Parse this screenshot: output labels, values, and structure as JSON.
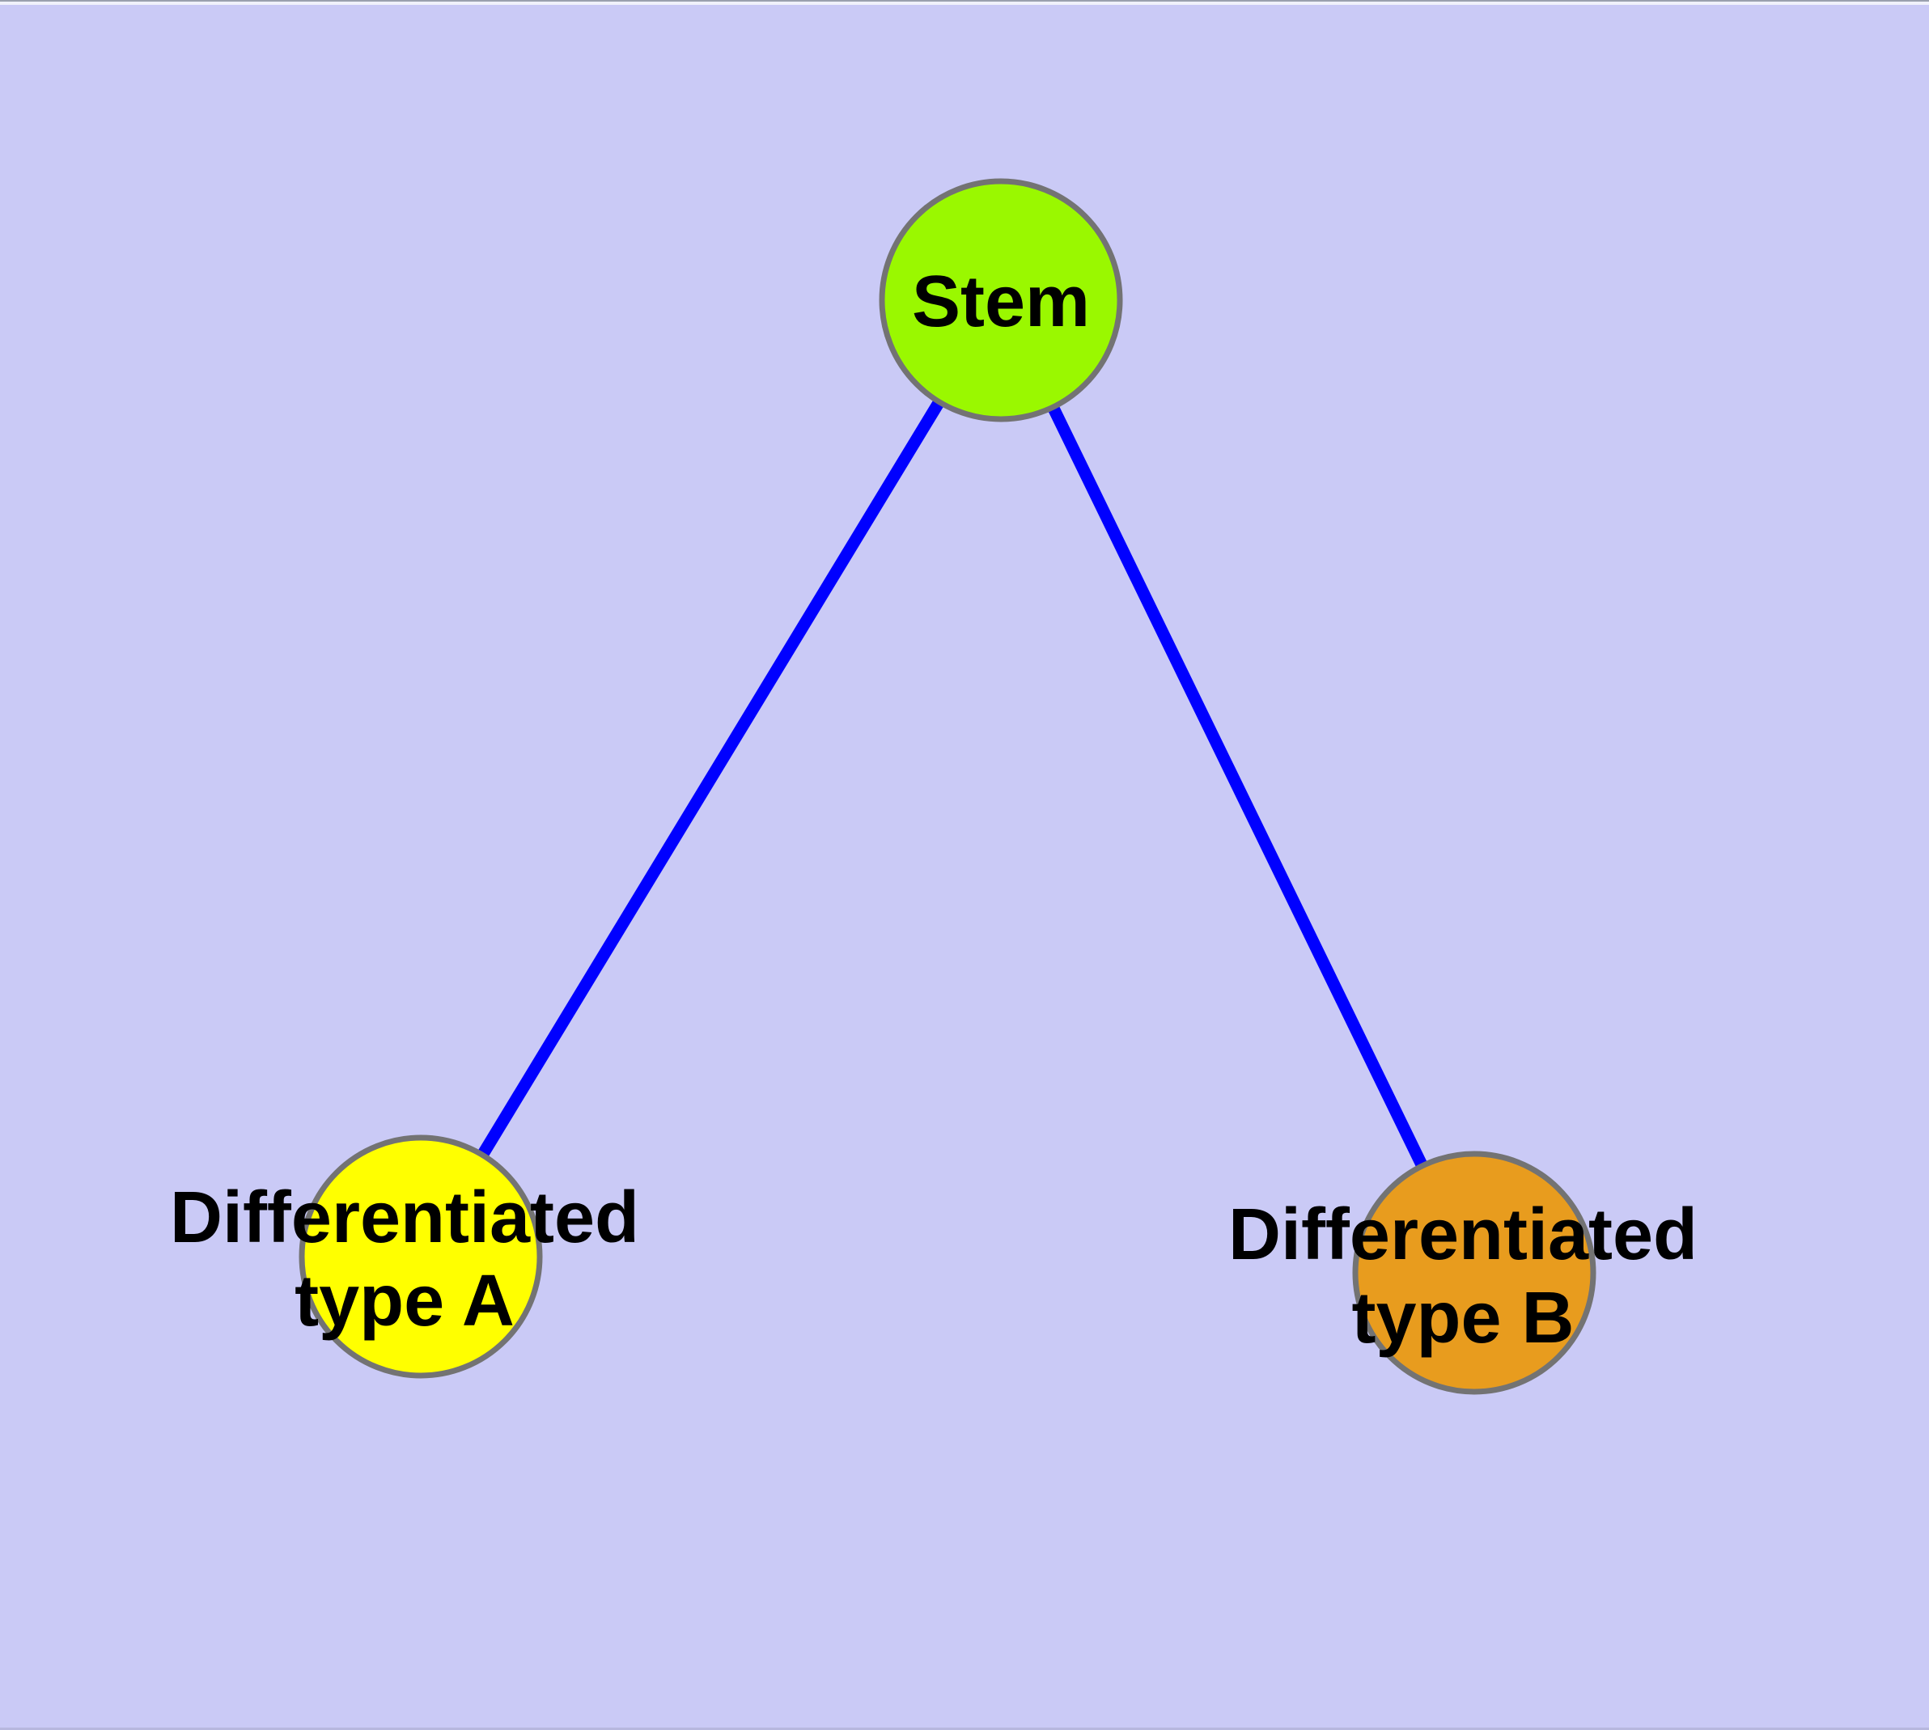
{
  "diagram": {
    "type": "network-graph",
    "background_color": "#cacaf6",
    "edge_color": "#0000ff",
    "node_border_color": "#737373",
    "label_color": "#000000",
    "nodes": [
      {
        "id": "stem",
        "label": "Stem",
        "fill": "#9af800"
      },
      {
        "id": "differentiated-type-a",
        "label": "Differentiated type A",
        "label_line1": "Differentiated",
        "label_line2": "type A",
        "fill": "#ffff00"
      },
      {
        "id": "differentiated-type-b",
        "label": "Differentiated type B",
        "label_line1": "Differentiated",
        "label_line2": "type B",
        "fill": "#e89c1e"
      }
    ],
    "edges": [
      {
        "from": "Stem",
        "to": "Differentiated type A"
      },
      {
        "from": "Stem",
        "to": "Differentiated type B"
      }
    ],
    "window_edge": {
      "top_line": "#9aa0ae",
      "top_strip": "#f0f1fb",
      "bottom_line": "#b7b7de"
    }
  }
}
